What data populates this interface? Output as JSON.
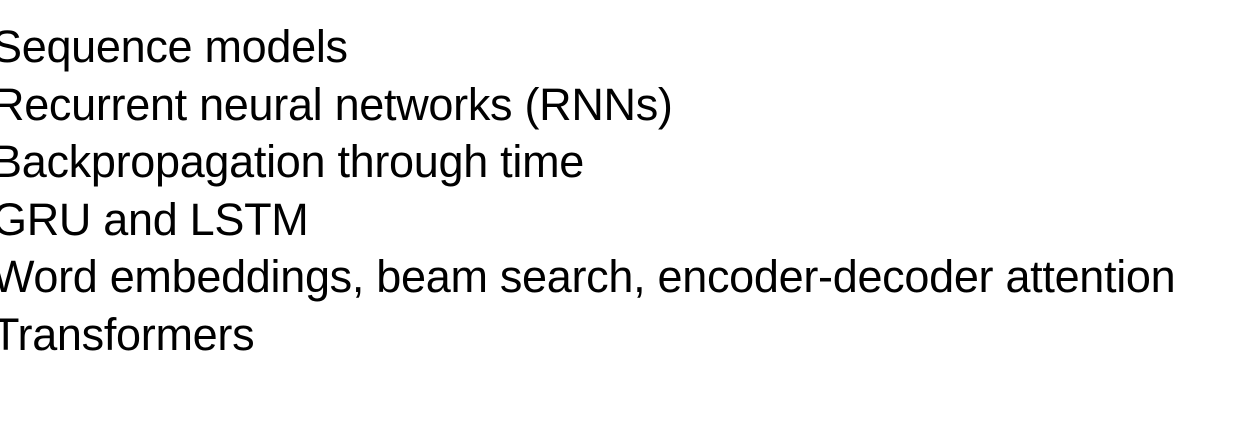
{
  "topics": [
    "Sequence models",
    "Recurrent neural networks (RNNs)",
    "Backpropagation through time",
    "GRU and LSTM",
    "Word embeddings, beam search, encoder-decoder attention",
    "Transformers"
  ],
  "colors": {
    "background": "#ffffff",
    "text": "#000000"
  }
}
